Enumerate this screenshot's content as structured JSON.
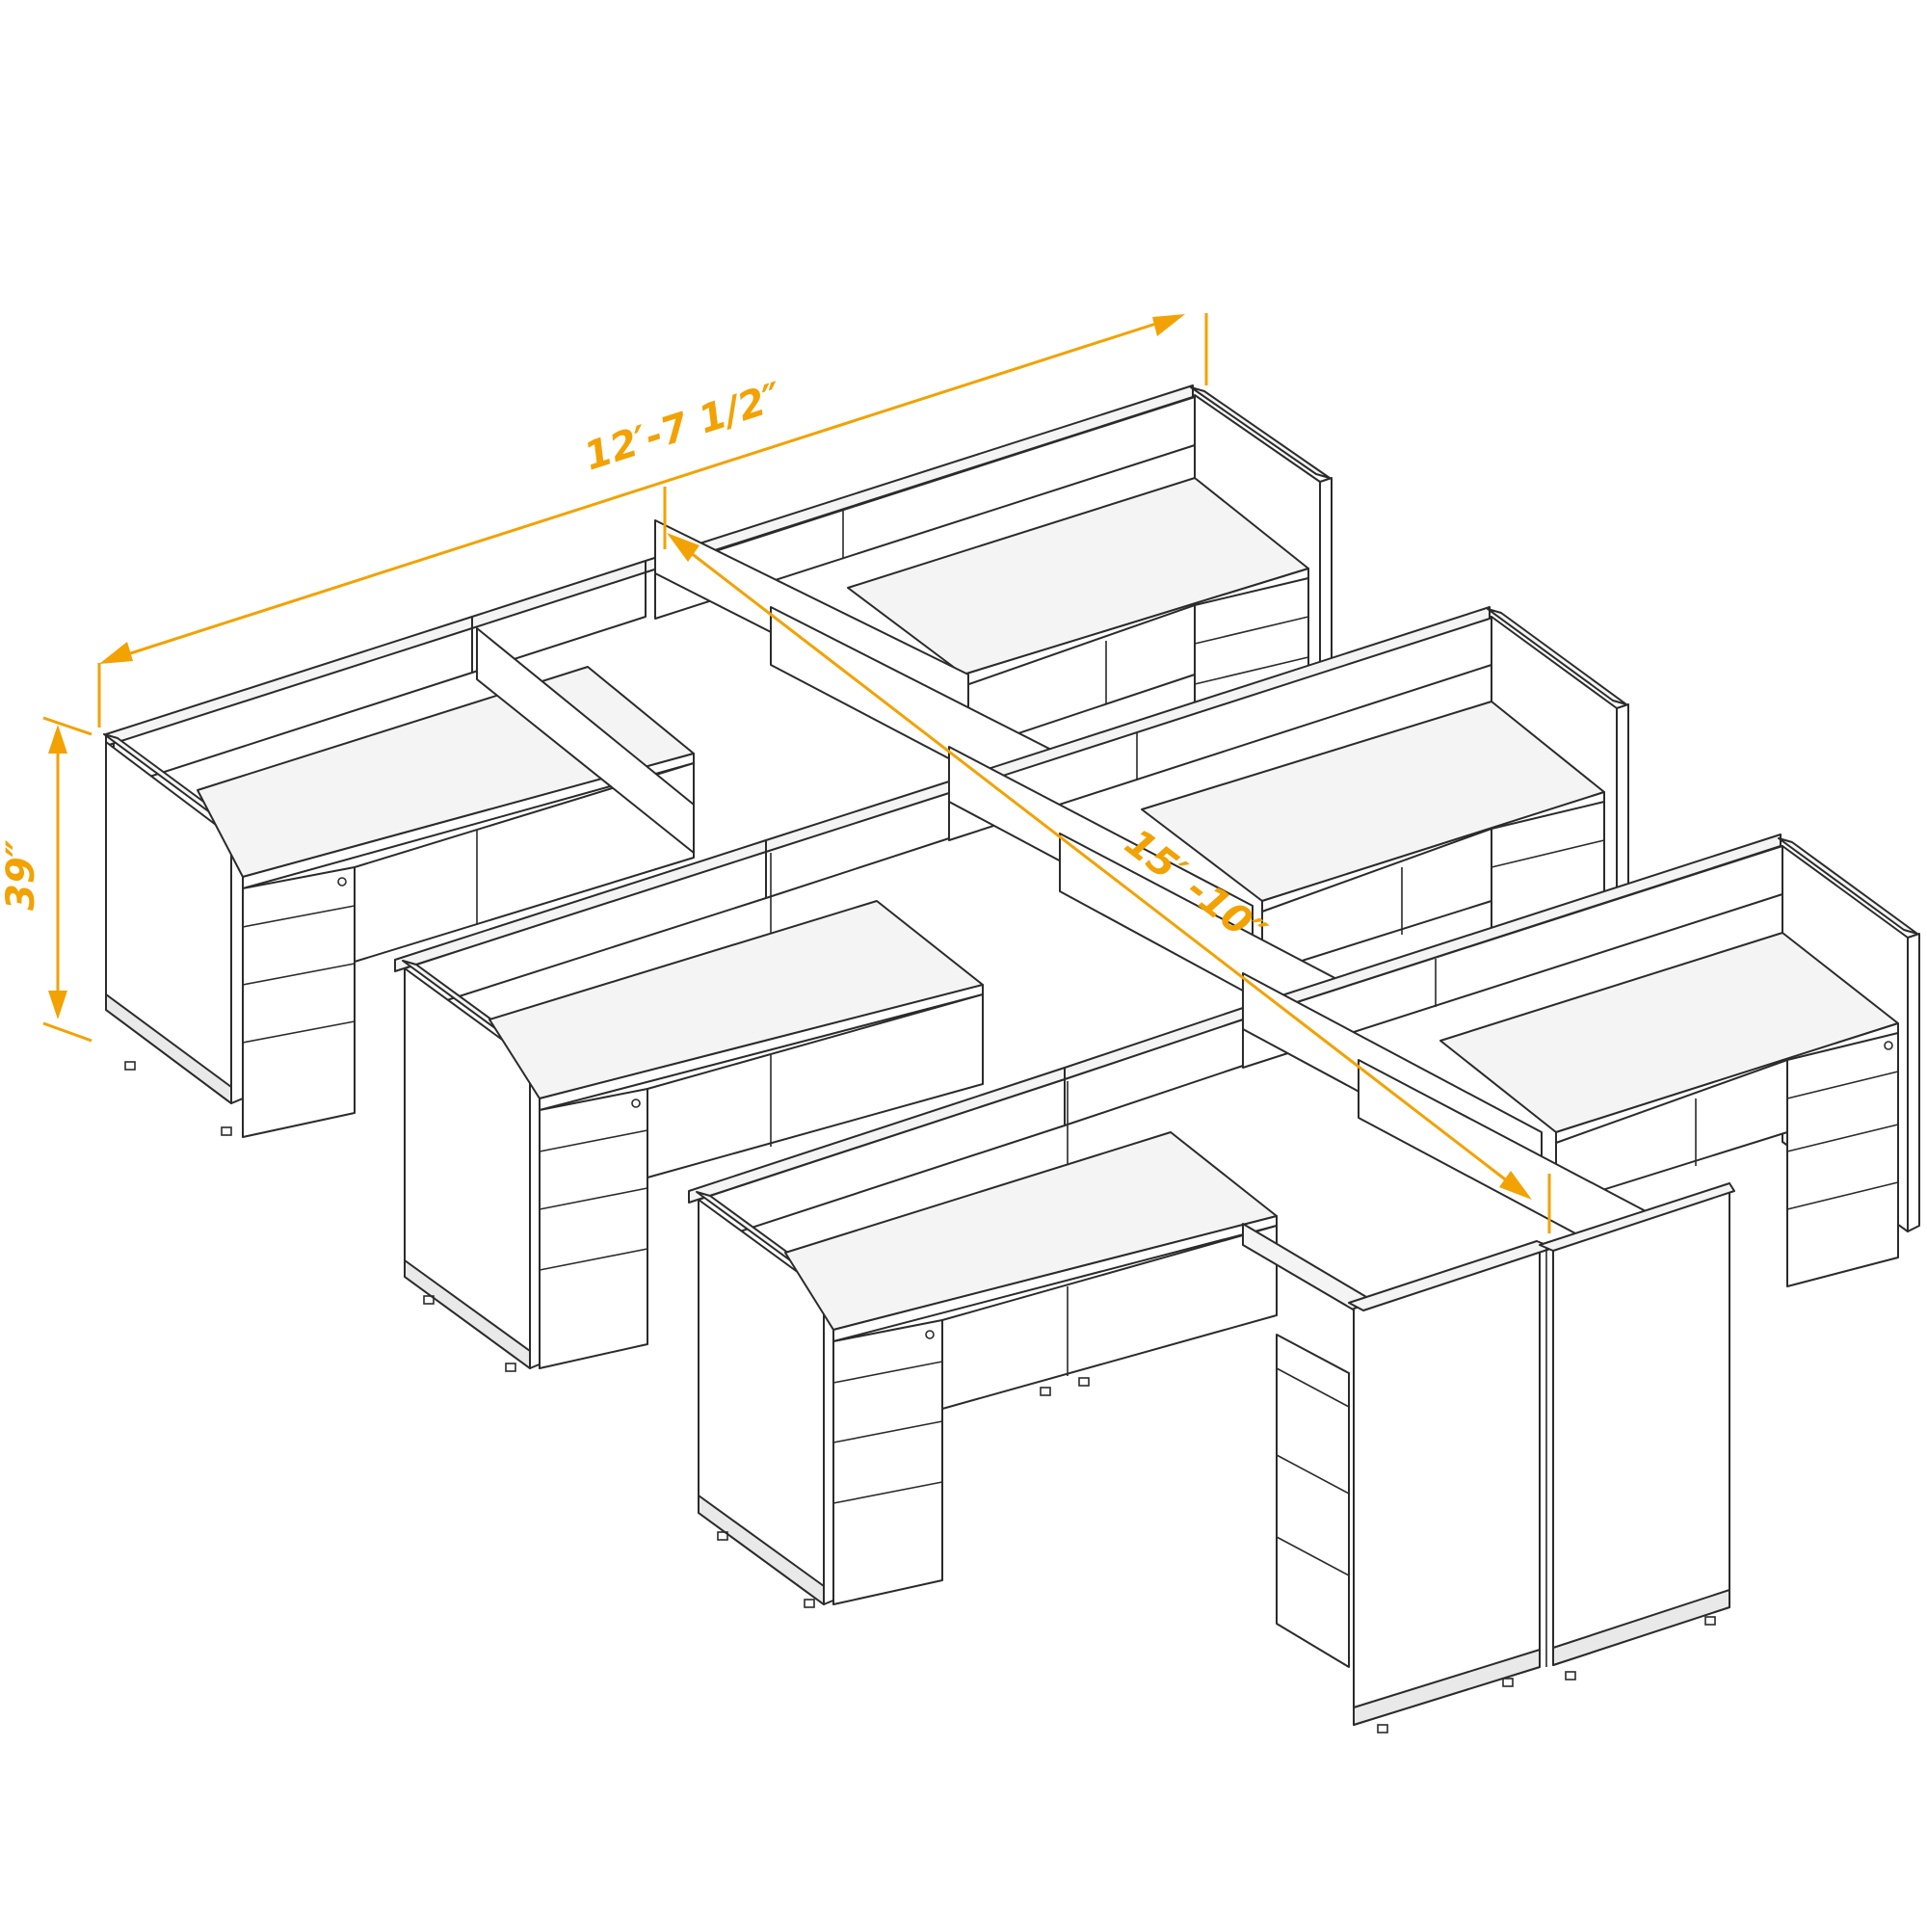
{
  "dimensions": {
    "width_label": "12′-7 1/2″",
    "depth_label": "15′ -10″",
    "height_label": "39″"
  },
  "colors": {
    "dimension": "#F2A202",
    "outline": "#2b2b2b",
    "background": "#ffffff"
  }
}
